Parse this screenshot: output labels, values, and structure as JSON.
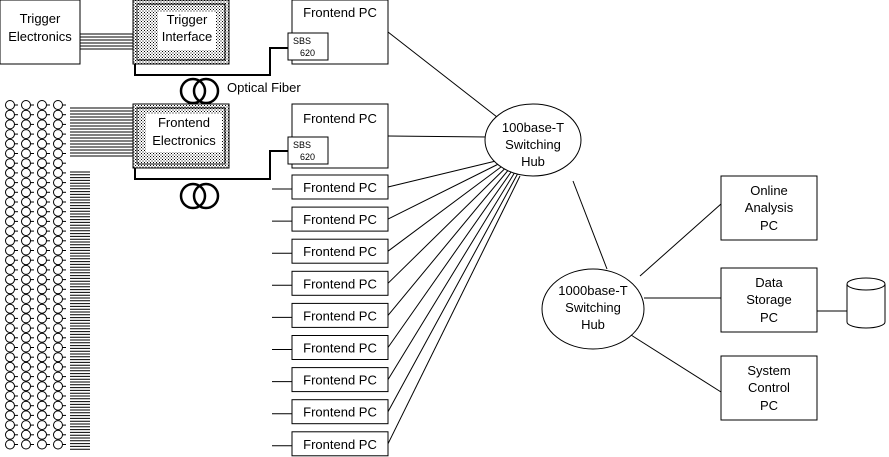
{
  "trigger_electronics": {
    "lines": [
      "Trigger",
      "Electronics"
    ]
  },
  "trigger_interface": {
    "lines": [
      "Trigger",
      "Interface"
    ]
  },
  "frontend_electronics": {
    "lines": [
      "Frontend",
      "Electronics"
    ]
  },
  "optical_fiber_label": "Optical Fiber",
  "frontend_pc_label": "Frontend PC",
  "sbs_card": {
    "lines": [
      "SBS",
      "620"
    ]
  },
  "hub_100": {
    "lines": [
      "100base-T",
      "Switching",
      "Hub"
    ]
  },
  "hub_1000": {
    "lines": [
      "1000base-T",
      "Switching",
      "Hub"
    ]
  },
  "online_analysis_pc": {
    "lines": [
      "Online",
      "Analysis",
      "PC"
    ]
  },
  "data_storage_pc": {
    "lines": [
      "Data",
      "Storage",
      "PC"
    ]
  },
  "system_control_pc": {
    "lines": [
      "System",
      "Control",
      "PC"
    ]
  },
  "colors": {
    "line": "#000000",
    "background": "#ffffff",
    "hatch": "#000000"
  },
  "icons": {
    "storage": "database-cylinder-icon",
    "fiber": "fiber-loop-icon",
    "detector": "detector-sensor-icon"
  },
  "detector_array": {
    "columns": 4,
    "rows": 36,
    "small_frontend_pcs": 9
  }
}
